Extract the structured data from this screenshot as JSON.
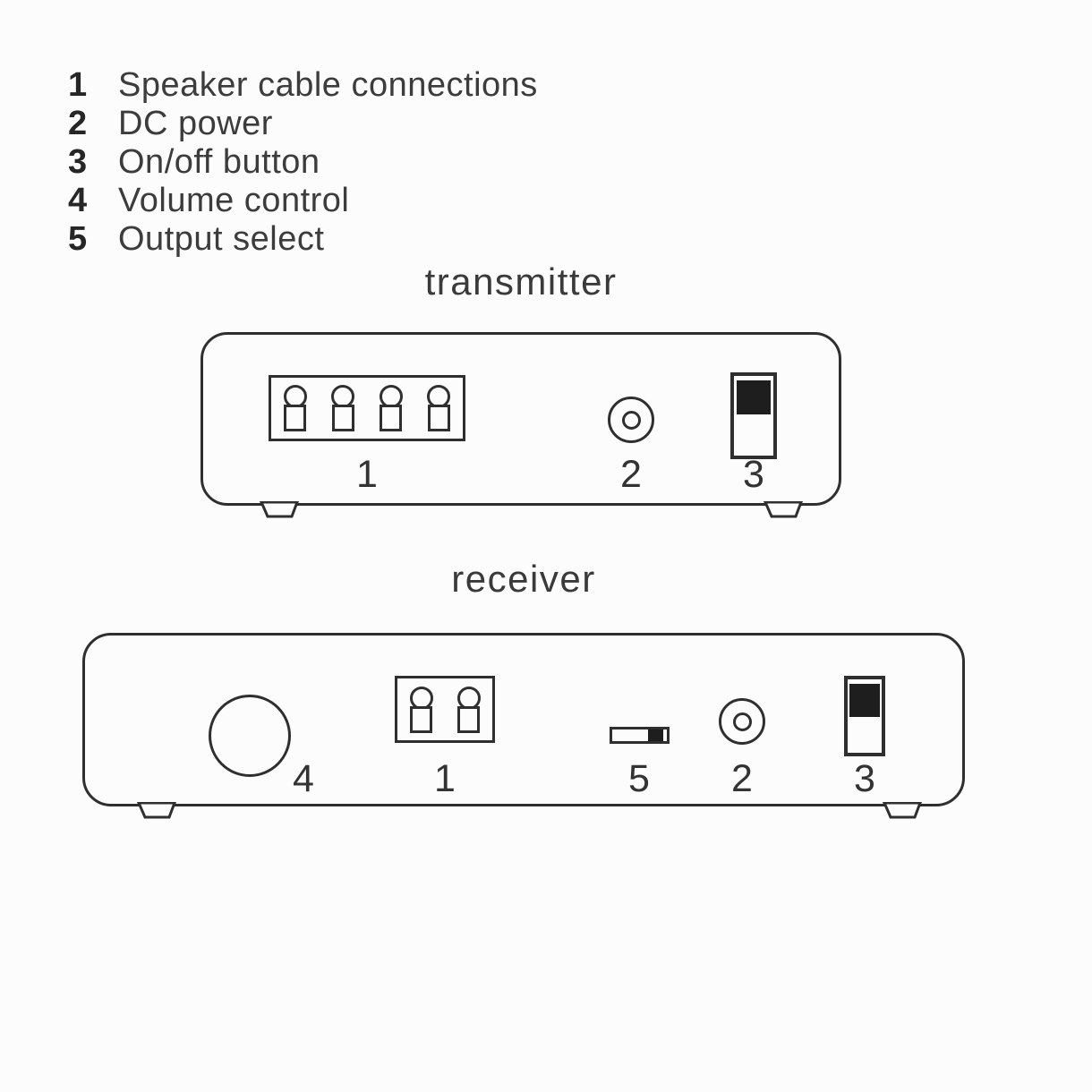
{
  "colors": {
    "background": "#fcfcfc",
    "line": "#2f2f2f",
    "switch_fill": "#1e1e1e",
    "text": "#3c3c3c"
  },
  "legend": {
    "items": [
      {
        "number": "1",
        "label": "Speaker cable connections"
      },
      {
        "number": "2",
        "label": "DC power"
      },
      {
        "number": "3",
        "label": "On/off button"
      },
      {
        "number": "4",
        "label": "Volume control"
      },
      {
        "number": "5",
        "label": "Output select"
      }
    ]
  },
  "transmitter": {
    "title": "transmitter",
    "component_labels": {
      "speaker_terminals": "1",
      "dc_power": "2",
      "on_off": "3"
    }
  },
  "receiver": {
    "title": "receiver",
    "component_labels": {
      "volume": "4",
      "speaker_terminals": "1",
      "output_select": "5",
      "dc_power": "2",
      "on_off": "3"
    }
  },
  "icons": {
    "binding_post": "circle-on-rectangle outline",
    "dc_jack": "concentric-circles outline",
    "power_switch": "vertical rocker, dark block at top",
    "volume_knob": "large circle outline",
    "output_select_slider": "horizontal slider, dark block at right",
    "device_foot": "small trapezoid under chassis"
  }
}
